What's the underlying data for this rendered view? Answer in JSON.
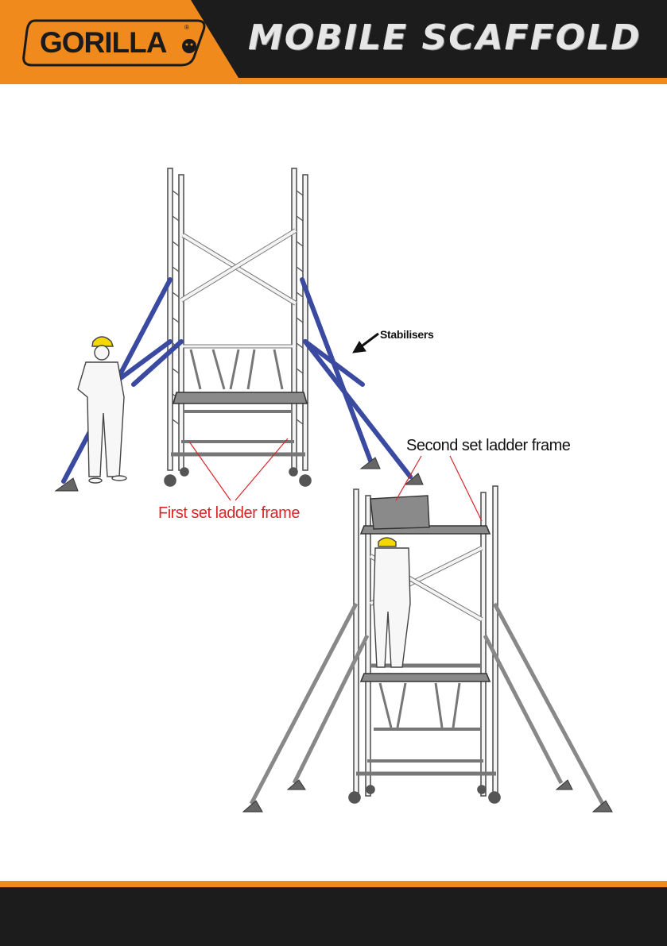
{
  "header": {
    "logo_text": "GORILLA",
    "logo_registered": "®",
    "title": "MOBILE SCAFFOLD"
  },
  "labels": {
    "stabilisers": "Stabilisers",
    "second_set": "Second set ladder frame",
    "first_set": "First set ladder frame"
  },
  "colors": {
    "header_bg": "#1c1c1c",
    "accent_orange": "#f08a1c",
    "stabiliser_blue": "#3a4aa0",
    "label_red": "#d9262b",
    "hard_hat_yellow": "#f5d800"
  }
}
